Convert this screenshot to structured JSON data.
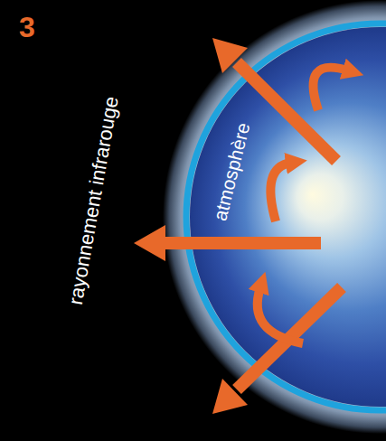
{
  "diagram": {
    "labels": [
      "3",
      "rayonnement infrarouge",
      "atmosphère"
    ]
  }
}
